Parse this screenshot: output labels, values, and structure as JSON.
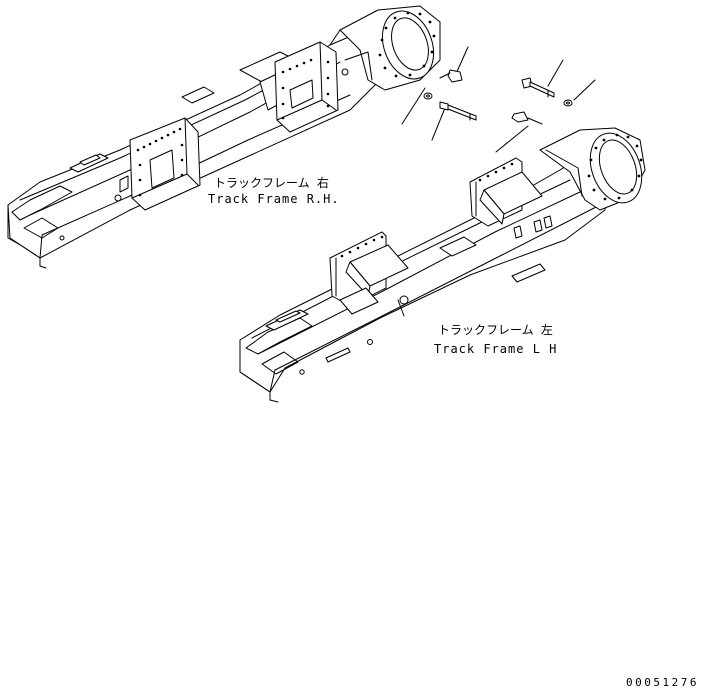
{
  "labels": {
    "right_frame_jp": "トラックフレーム 右",
    "right_frame_en": "Track Frame R.H.",
    "left_frame_jp": "トラックフレーム 左",
    "left_frame_en": "Track Frame L H"
  },
  "drawing_code": "00051276"
}
